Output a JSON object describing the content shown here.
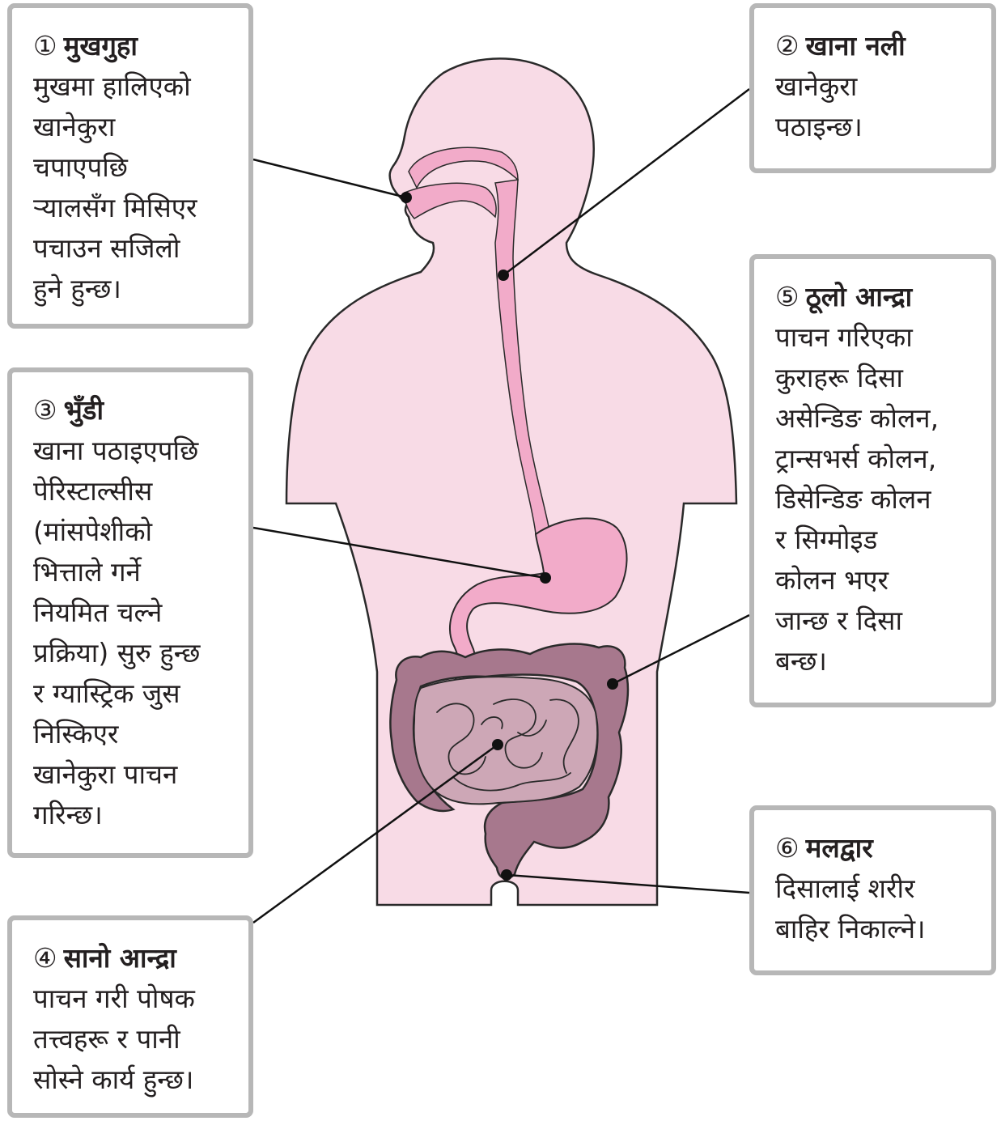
{
  "colors": {
    "body_fill": "#f8dbe6",
    "body_outline": "#2a2a2a",
    "tract_fill": "#f2abc9",
    "small_intestine_fill": "#cda7b6",
    "large_intestine_fill": "#a7788d",
    "box_border": "#b7b7b7",
    "leader_line": "#111111"
  },
  "labels": [
    {
      "number": "①",
      "name": "मुखगुहा",
      "description": "मुखमा हालिएको\nखानेकुरा\nचपाएपछि\nर्‍यालसँग मिसिएर\nपचाउन सजिलो\nहुने हुन्छ।"
    },
    {
      "number": "②",
      "name": "खाना नली",
      "description": "खानेकुरा\nपठाइन्छ।"
    },
    {
      "number": "③",
      "name": "भुँडी",
      "description": "खाना पठाइएपछि\nपेरिस्टाल्सीस\n(मांसपेशीको\nभित्ताले गर्ने\nनियमित चल्ने\nप्रक्रिया) सुरु हुन्छ\nर ग्यास्ट्रिक जुस\nनिस्किएर\nखानेकुरा पाचन\nगरिन्छ।"
    },
    {
      "number": "④",
      "name": "सानो आन्द्रा",
      "description": "पाचन गरी पोषक\nतत्त्वहरू र पानी\nसोस्ने कार्य हुन्छ।"
    },
    {
      "number": "⑤",
      "name": "ठूलो आन्द्रा",
      "description": "पाचन गरिएका\nकुराहरू दिसा\nअसेन्डिङ कोलन,\nट्रान्सभर्स कोलन,\nडिसेन्डिङ कोलन\nर सिग्मोइड\nकोलन भएर\nजान्छ र दिसा\nबन्छ।"
    },
    {
      "number": "⑥",
      "name": "मलद्वार",
      "description": "दिसालाई शरीर\nबाहिर निकाल्ने।"
    }
  ]
}
